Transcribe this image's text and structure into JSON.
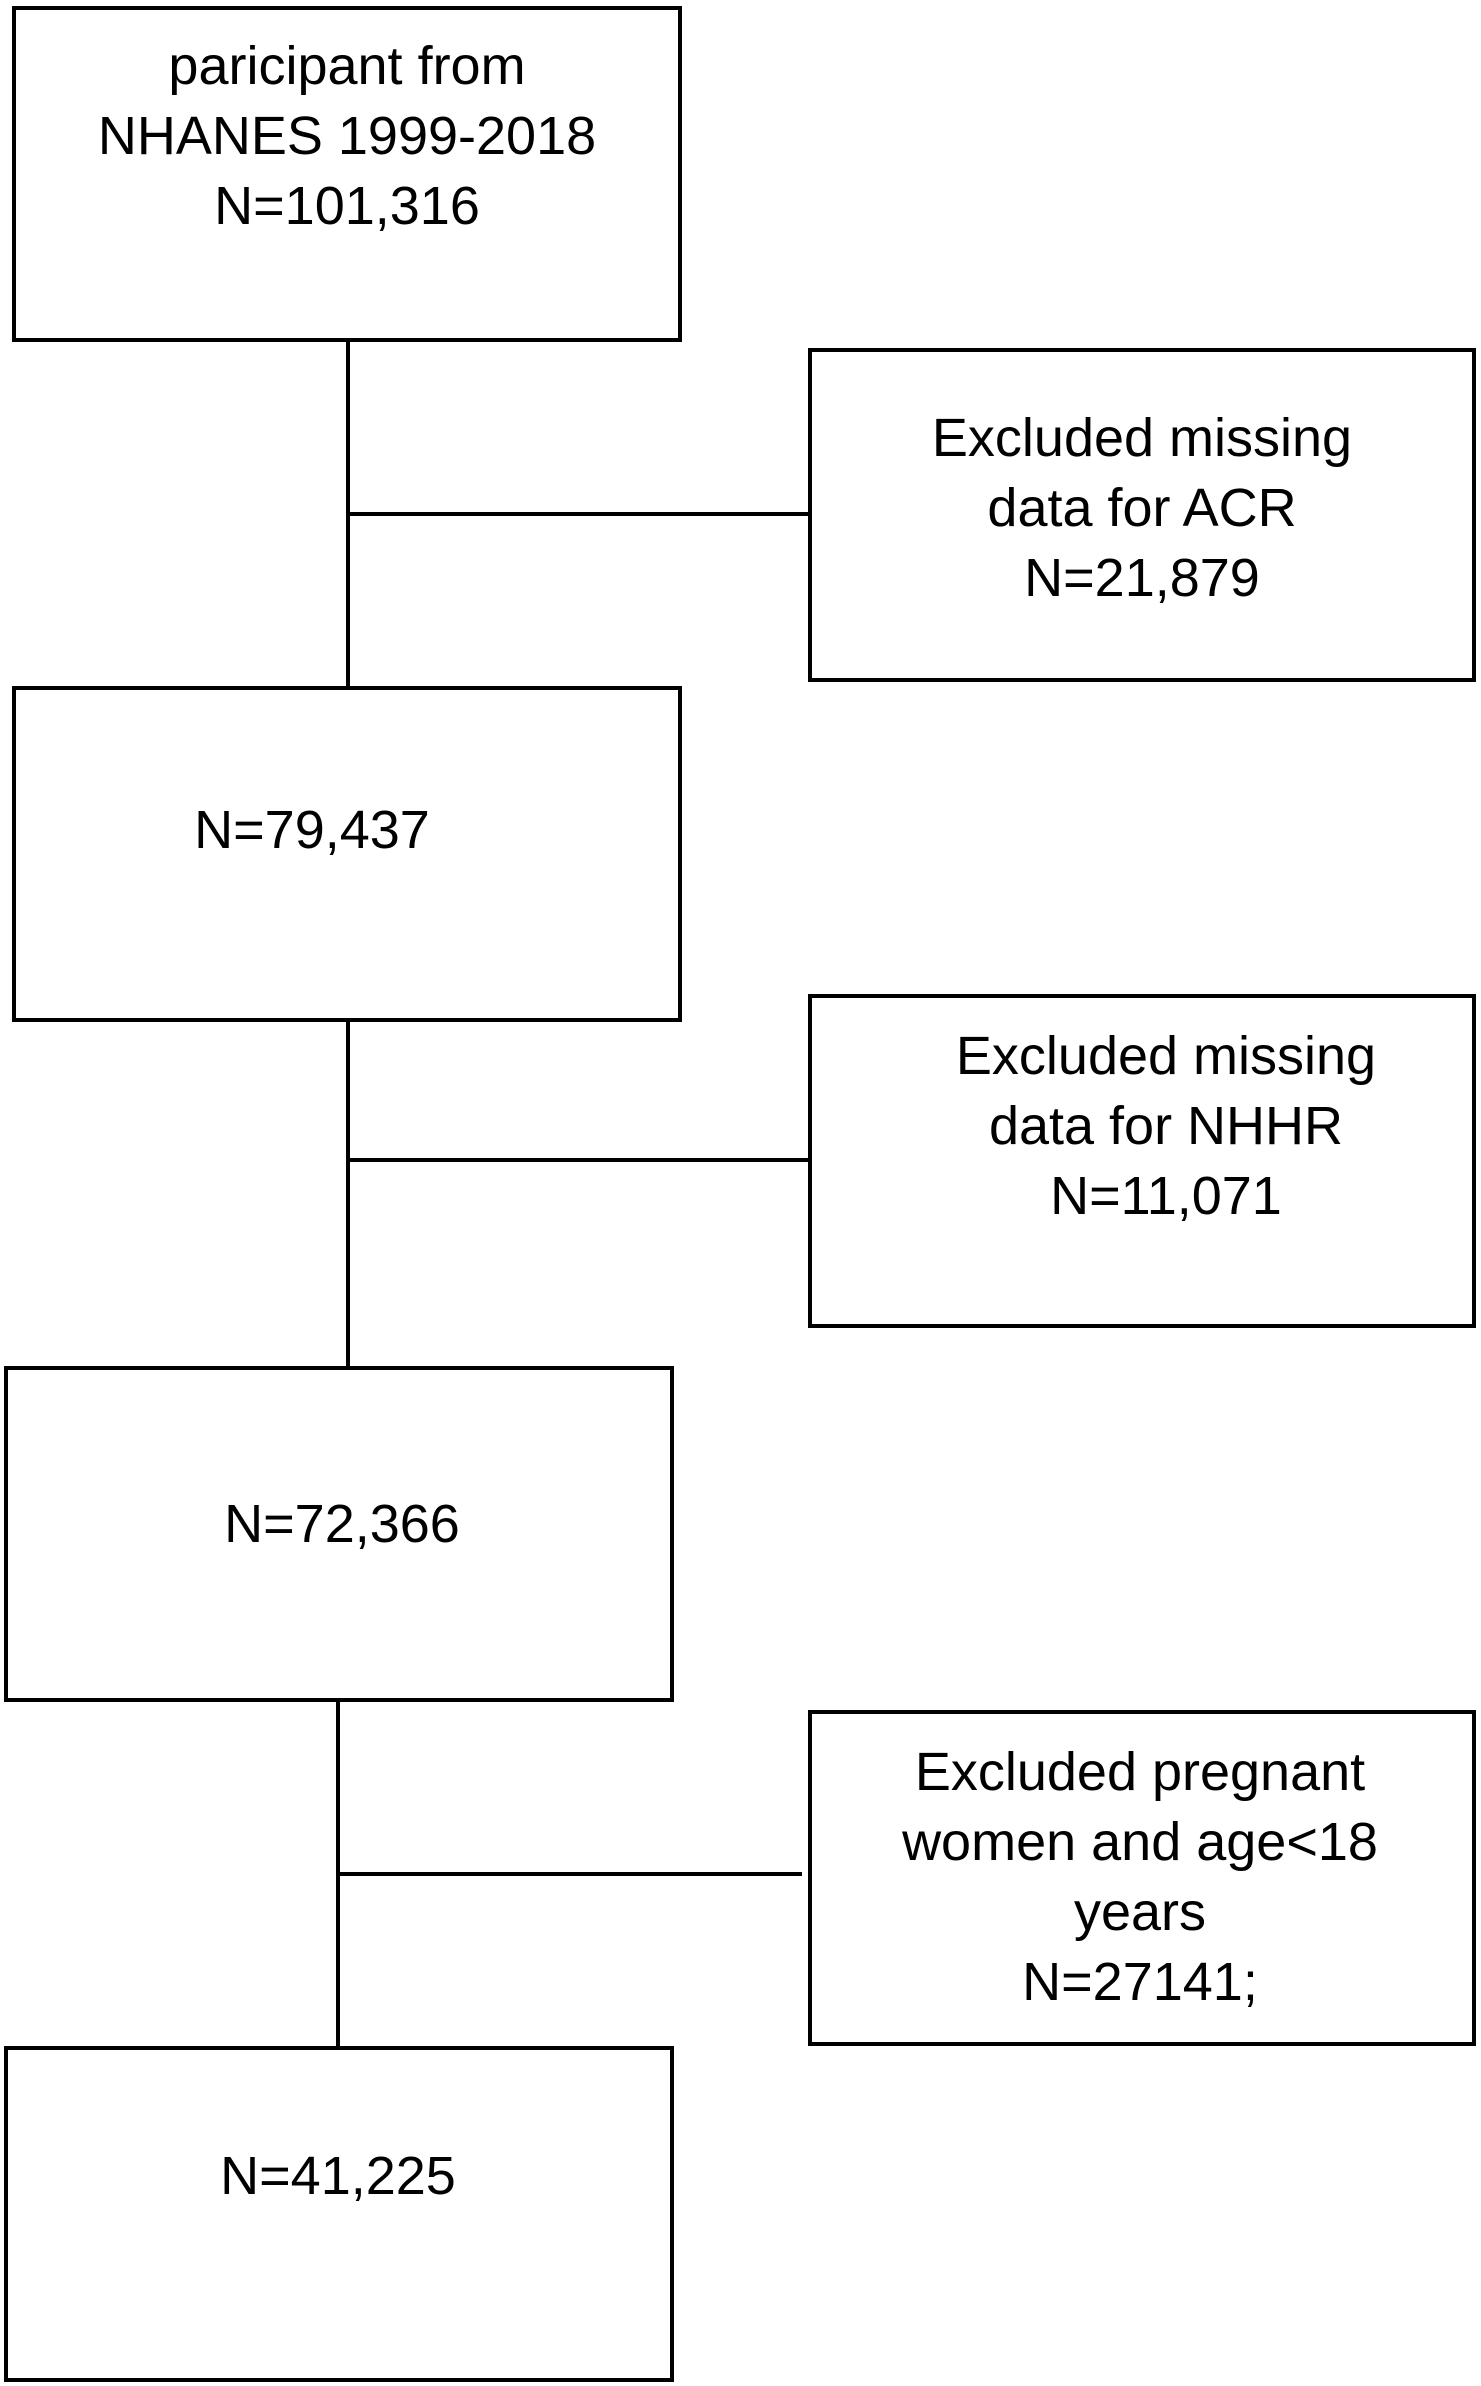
{
  "flowchart": {
    "main_boxes": [
      {
        "id": "start",
        "lines": [
          "paricipant from",
          "NHANES 1999-2018",
          "N=101,316"
        ]
      },
      {
        "id": "after-acr",
        "lines": [
          "N=79,437"
        ]
      },
      {
        "id": "after-nhhr",
        "lines": [
          "N=72,366"
        ]
      },
      {
        "id": "final",
        "lines": [
          "N=41,225"
        ]
      }
    ],
    "exclusion_boxes": [
      {
        "id": "excl-acr",
        "lines": [
          "Excluded missing",
          "data for ACR",
          "N=21,879"
        ]
      },
      {
        "id": "excl-nhhr",
        "lines": [
          "Excluded missing",
          "data for NHHR",
          "N=11,071"
        ]
      },
      {
        "id": "excl-pregnant-age",
        "lines": [
          "Excluded pregnant",
          "women and age<18",
          "years",
          "N=27141;"
        ]
      }
    ]
  }
}
